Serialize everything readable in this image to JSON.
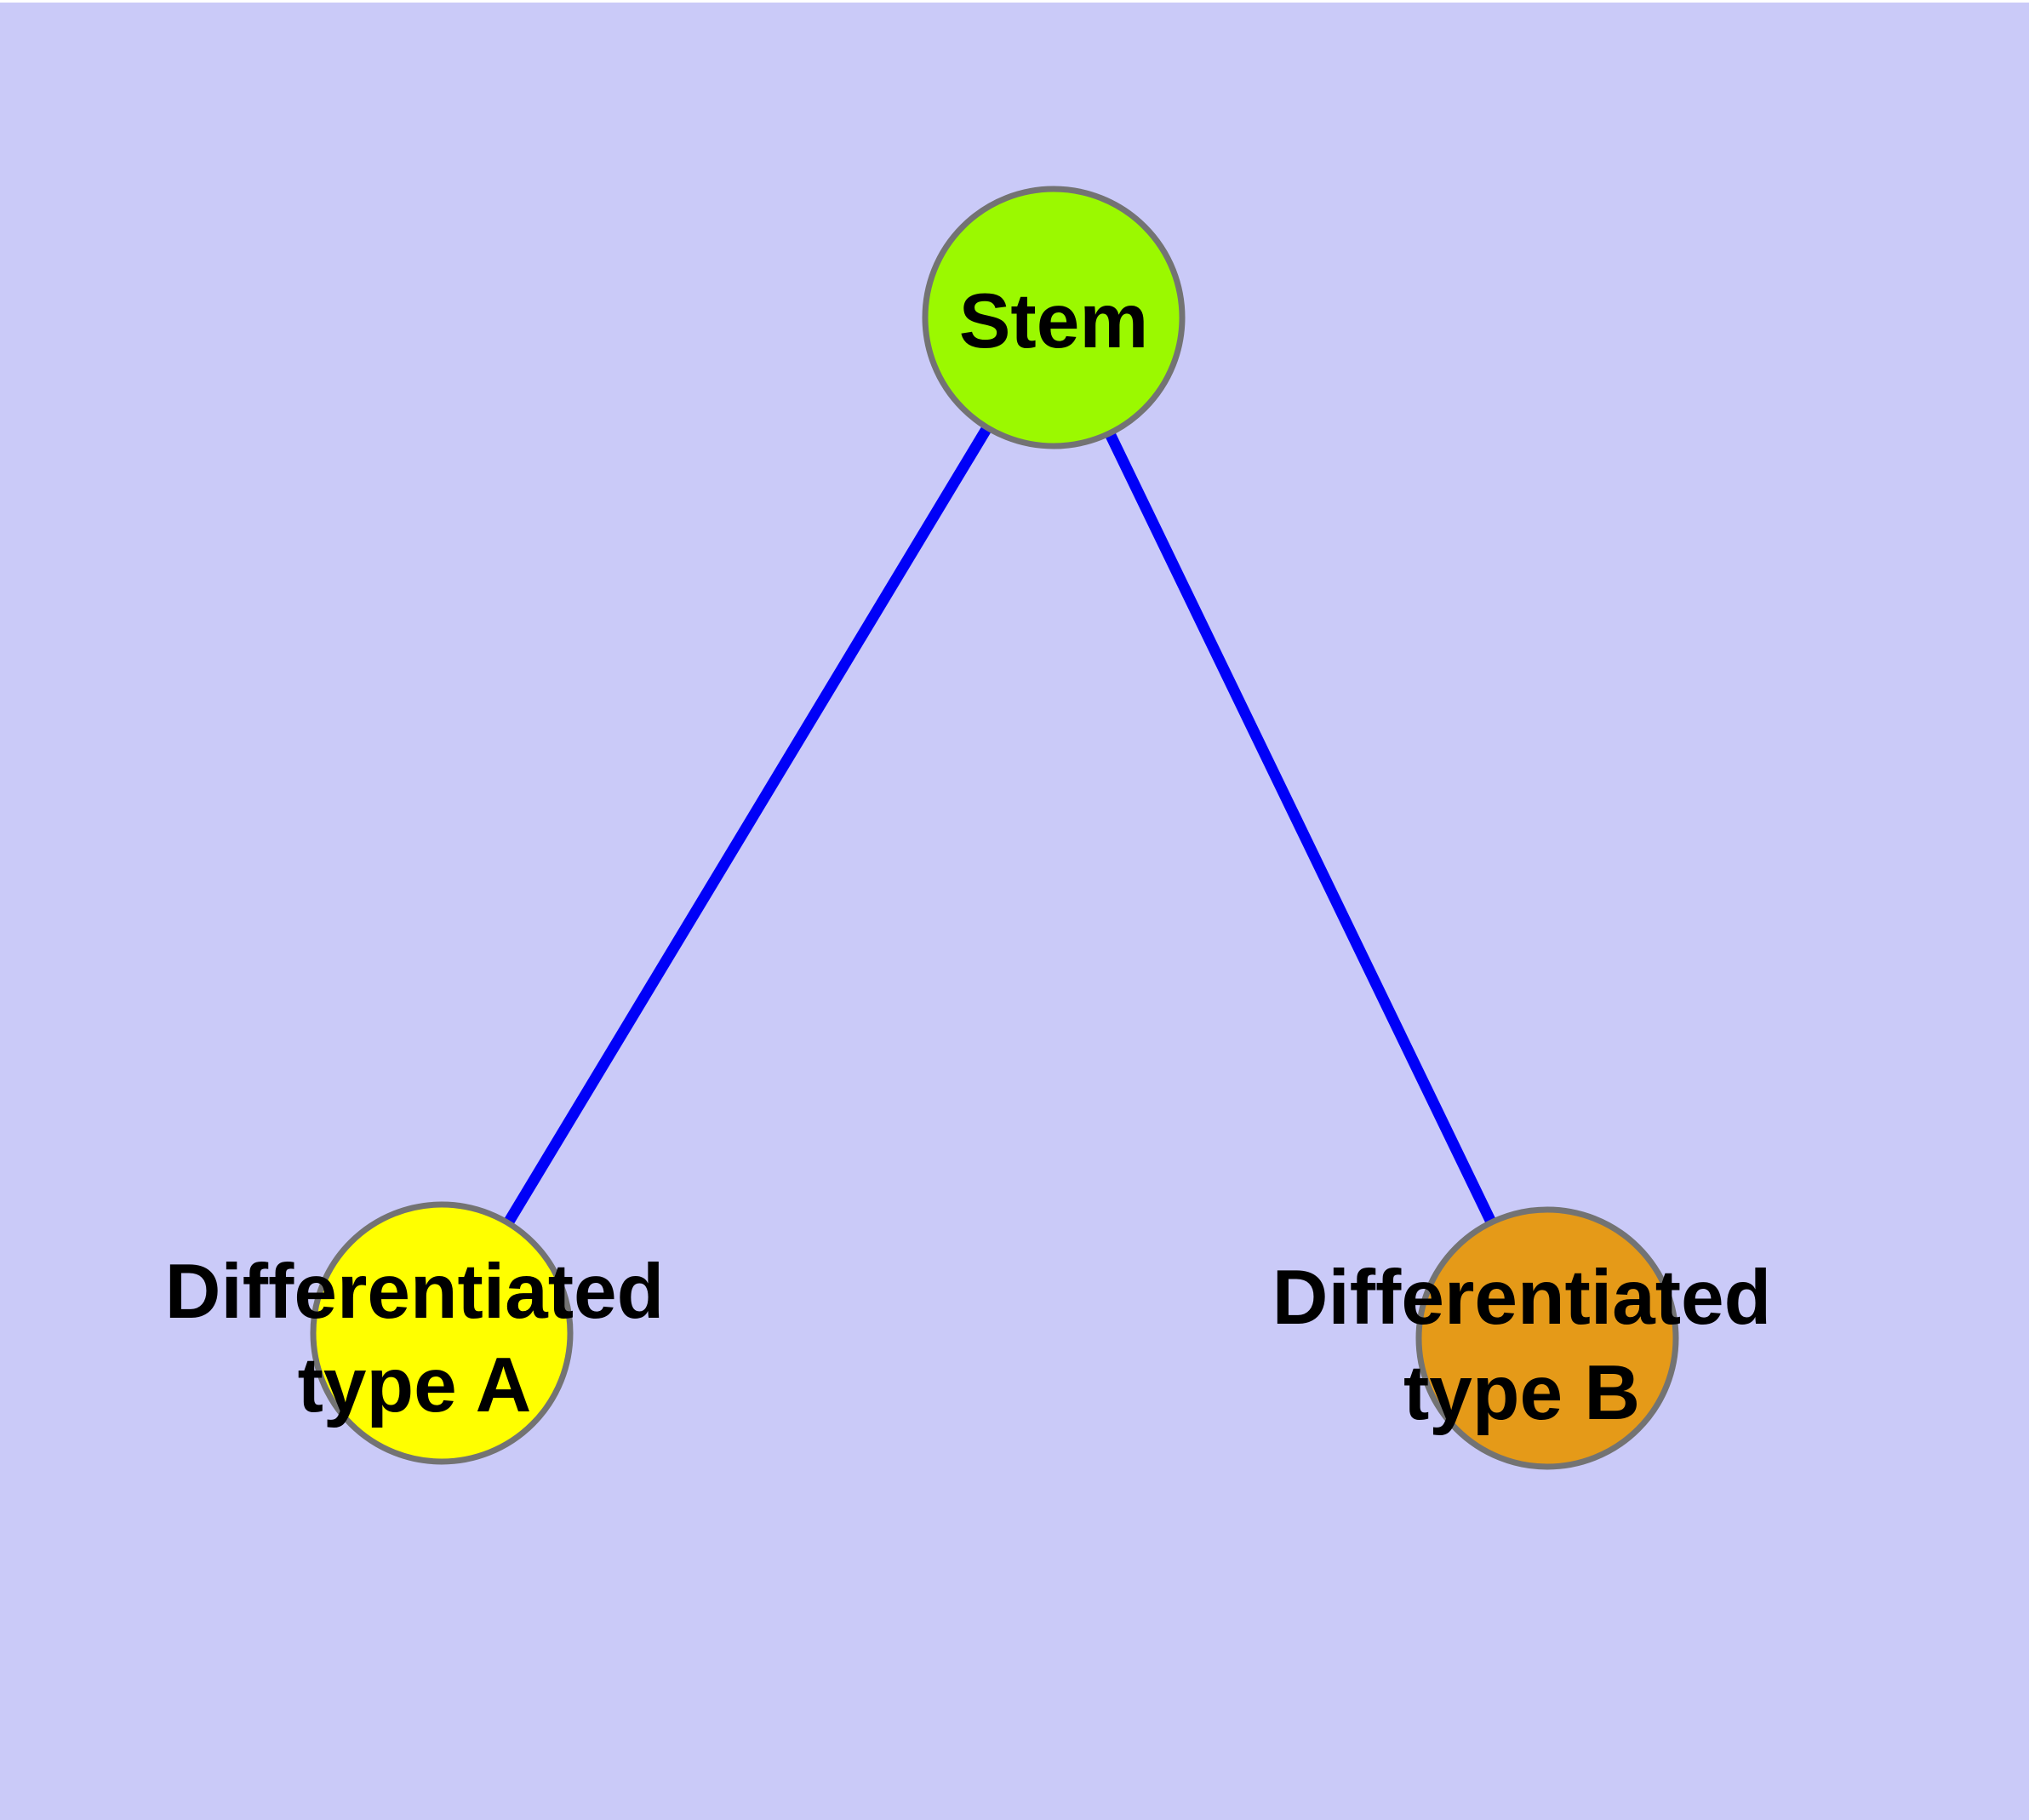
{
  "diagram": {
    "background_color": "#CACAF8",
    "edge_color": "#0000F8",
    "edge_width": 13,
    "node_border_color": "#737373",
    "label_color": "#000000",
    "nodes": [
      {
        "id": "stem",
        "label": "Stem",
        "fill": "#9BF900"
      },
      {
        "id": "differentiated-type-a",
        "label": "Differentiated type A",
        "label_line1": "Differentiated",
        "label_line2": "type A",
        "fill": "#FFFF00"
      },
      {
        "id": "differentiated-type-b",
        "label": "Differentiated type B",
        "label_line1": "Differentiated",
        "label_line2": "type B",
        "fill": "#E59A18"
      }
    ],
    "edges": [
      {
        "from": "stem",
        "to": "differentiated-type-a"
      },
      {
        "from": "stem",
        "to": "differentiated-type-b"
      }
    ]
  }
}
